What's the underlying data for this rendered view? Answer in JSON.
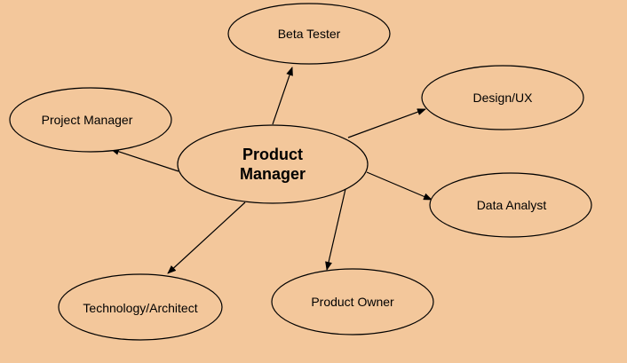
{
  "colors": {
    "background": "#f3c79b",
    "node_fill": "#f3c79b",
    "stroke": "#000000"
  },
  "center": {
    "label_line1": "Product",
    "label_line2": "Manager"
  },
  "nodes": {
    "beta_tester": "Beta Tester",
    "design_ux": "Design/UX",
    "project_manager": "Project Manager",
    "data_analyst": "Data Analyst",
    "technology_architect": "Technology/Architect",
    "product_owner": "Product Owner"
  }
}
